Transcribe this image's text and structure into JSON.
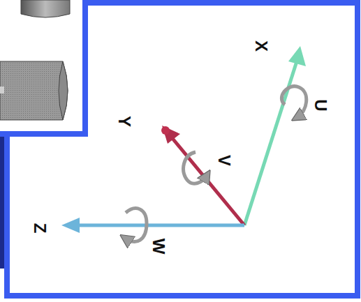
{
  "diagram": {
    "labels": [
      "X",
      "U",
      "Y",
      "V",
      "Z",
      "W"
    ]
  }
}
